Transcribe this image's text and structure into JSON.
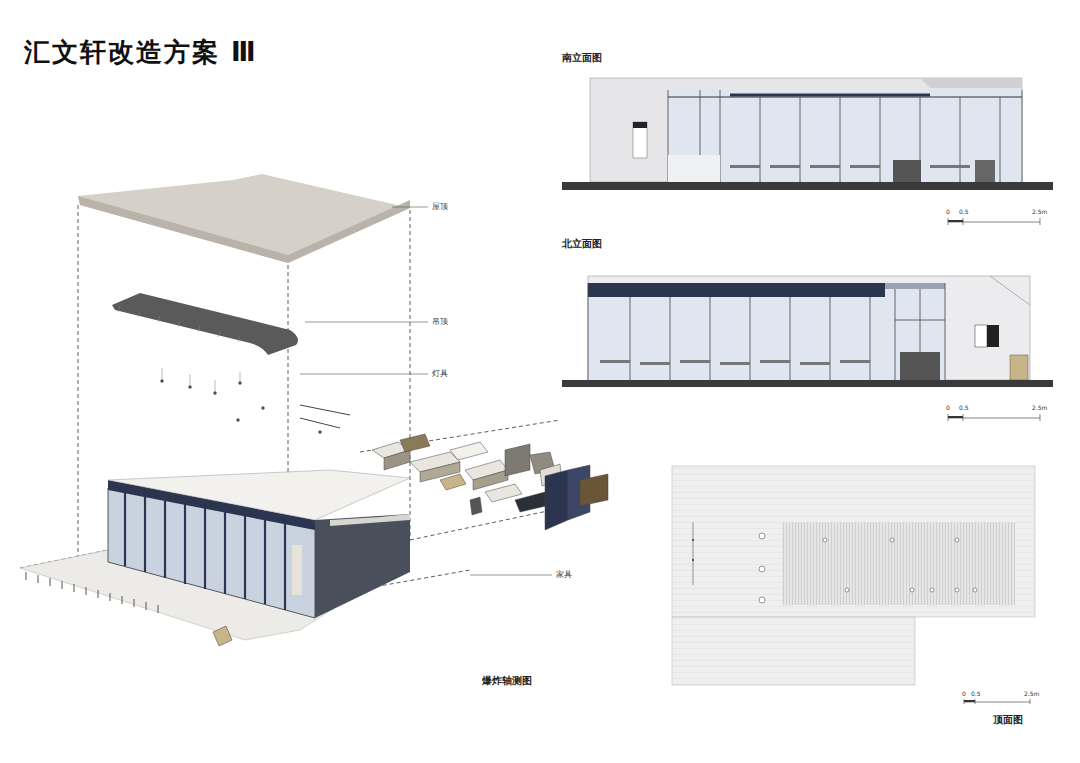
{
  "diagram": {
    "title": "汇文轩改造方案 Ⅲ",
    "labels": [
      "屋顶",
      "吊顶",
      "灯具",
      "家具",
      "爆炸轴测图",
      "南立面图",
      "0",
      "0.5",
      "2.5m",
      "北立面图",
      "0",
      "0.5",
      "2.5m",
      "0",
      "0.5",
      "2.5m",
      "顶面图"
    ]
  }
}
